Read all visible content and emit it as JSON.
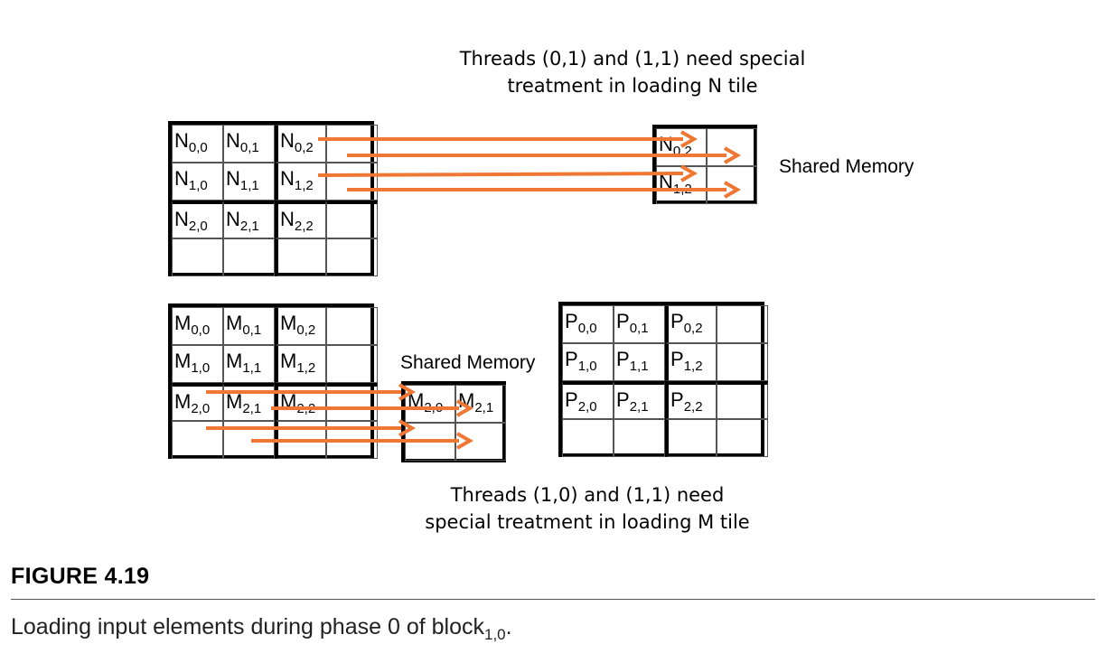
{
  "caption_n": [
    "Threads (0,1) and (1,1) need special",
    "treatment in loading N tile"
  ],
  "caption_m": [
    "Threads (1,0) and (1,1) need",
    "special treatment in loading M tile"
  ],
  "shared_memory_n_label": "Shared Memory",
  "shared_memory_m_label": "Shared Memory",
  "matrix_n": [
    [
      "N",
      "0,0"
    ],
    [
      "N",
      "0,1"
    ],
    [
      "N",
      "0,2"
    ],
    [
      "N",
      "1,0"
    ],
    [
      "N",
      "1,1"
    ],
    [
      "N",
      "1,2"
    ],
    [
      "N",
      "2,0"
    ],
    [
      "N",
      "2,1"
    ],
    [
      "N",
      "2,2"
    ]
  ],
  "matrix_m": [
    [
      "M",
      "0,0"
    ],
    [
      "M",
      "0,1"
    ],
    [
      "M",
      "0,2"
    ],
    [
      "M",
      "1,0"
    ],
    [
      "M",
      "1,1"
    ],
    [
      "M",
      "1,2"
    ],
    [
      "M",
      "2,0"
    ],
    [
      "M",
      "2,1"
    ],
    [
      "M",
      "2,2"
    ]
  ],
  "matrix_p": [
    [
      "P",
      "0,0"
    ],
    [
      "P",
      "0,1"
    ],
    [
      "P",
      "0,2"
    ],
    [
      "P",
      "1,0"
    ],
    [
      "P",
      "1,1"
    ],
    [
      "P",
      "1,2"
    ],
    [
      "P",
      "2,0"
    ],
    [
      "P",
      "2,1"
    ],
    [
      "P",
      "2,2"
    ]
  ],
  "shared_n": [
    [
      "N",
      "0,2"
    ],
    [
      "N",
      "1,2"
    ]
  ],
  "shared_m": [
    [
      "M",
      "2,0"
    ],
    [
      "M",
      "2,1"
    ]
  ],
  "arrow_color": "#ee7733",
  "figure_title": "FIGURE 4.19",
  "figure_caption": {
    "text": "Loading input elements during phase 0 of block",
    "sub": "1,0",
    "end": "."
  }
}
